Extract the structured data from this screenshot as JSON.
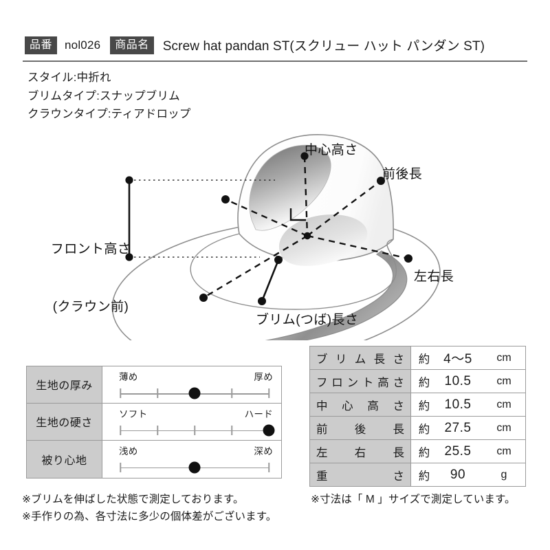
{
  "header": {
    "code_badge": "品番",
    "code_value": "nol026",
    "name_badge": "商品名",
    "name_value": "Screw hat pandan ST(スクリュー ハット パンダン ST)"
  },
  "specs": {
    "style": "スタイル:中折れ",
    "brim_type": "ブリムタイプ:スナップブリム",
    "crown_type": "クラウンタイプ:ティアドロップ"
  },
  "diagram": {
    "label_center_height": "中心高さ",
    "label_front_back": "前後長",
    "label_left_right": "左右長",
    "label_brim_length": "ブリム(つば)長さ",
    "label_front_height_line1": "フロント高さ",
    "label_front_height_line2": "(クラウン前)"
  },
  "sliders": [
    {
      "name": "生地の厚み",
      "left_label": "薄め",
      "right_label": "厚め",
      "ticks": 5,
      "value": 3
    },
    {
      "name": "生地の硬さ",
      "left_label": "ソフト",
      "right_label": "ハード",
      "ticks": 5,
      "value": 5
    },
    {
      "name": "被り心地",
      "left_label": "浅め",
      "right_label": "深め",
      "ticks": 2,
      "value": 3
    }
  ],
  "measurements": [
    {
      "name": "ブリム長さ",
      "approx": "約",
      "value": "4〜5",
      "unit": "cm"
    },
    {
      "name": "フロント高さ",
      "approx": "約",
      "value": "10.5",
      "unit": "cm"
    },
    {
      "name": "中心高さ",
      "approx": "約",
      "value": "10.5",
      "unit": "cm"
    },
    {
      "name": "前後長",
      "approx": "約",
      "value": "27.5",
      "unit": "cm"
    },
    {
      "name": "左右長",
      "approx": "約",
      "value": "25.5",
      "unit": "cm"
    },
    {
      "name": "重さ",
      "approx": "約",
      "value": "90",
      "unit": "g"
    }
  ],
  "notes": {
    "left_line1": "※ブリムを伸ばした状態で測定しております。",
    "left_line2": "※手作りの為、各寸法に多少の個体差がございます。",
    "right_line1": "※寸法は「 M 」サイズで測定しています。"
  },
  "colors": {
    "badge_bg": "#484848",
    "cell_header_bg": "#cccccc",
    "border": "#9a9a9a",
    "ink": "#111111"
  }
}
